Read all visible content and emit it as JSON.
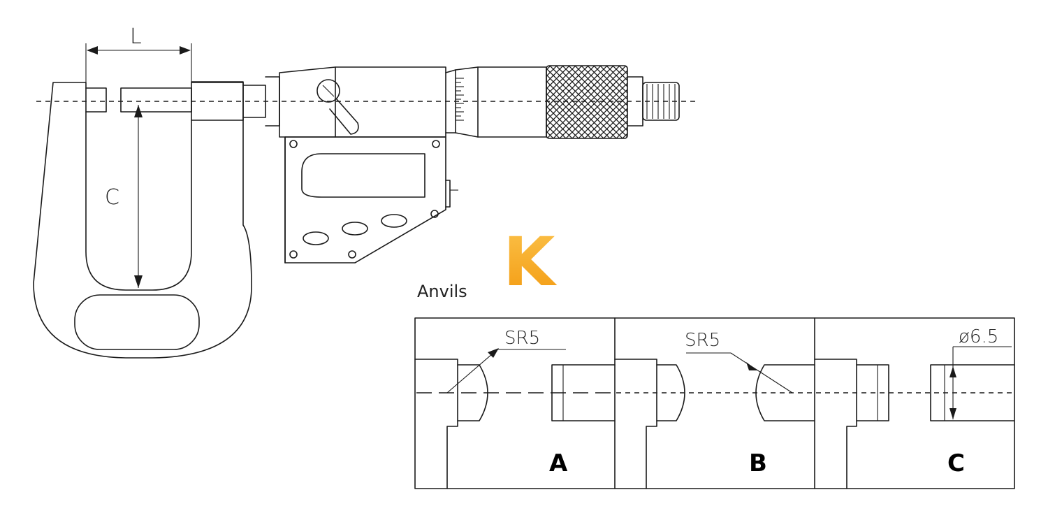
{
  "drawing": {
    "dim_length_label": "L",
    "dim_depth_label": "C"
  },
  "brand": {
    "letter": "K",
    "color": "#F5A81C",
    "color_light": "#FBC24A"
  },
  "anvils": {
    "heading": "Anvils",
    "panels": [
      {
        "letter": "A",
        "note": "SR5"
      },
      {
        "letter": "B",
        "note": "SR5"
      },
      {
        "letter": "C",
        "note": "ø6.5"
      }
    ]
  }
}
